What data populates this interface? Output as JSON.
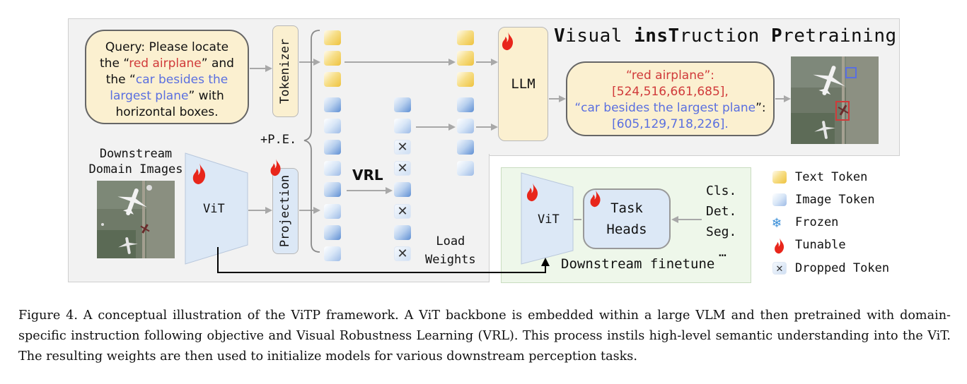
{
  "title": {
    "parts": [
      {
        "text": "V",
        "bold": true
      },
      {
        "text": "isual ",
        "bold": false
      },
      {
        "text": "ins",
        "bold": true
      },
      {
        "text": "T",
        "bold": true
      },
      {
        "text": "ruction ",
        "bold": false
      },
      {
        "text": "P",
        "bold": true
      },
      {
        "text": "retraining",
        "bold": false
      }
    ]
  },
  "query": {
    "line1": "Query: Please locate",
    "line2_pre": "the “",
    "line2_red": "red airplane",
    "line2_post": "” and",
    "line3_pre": "the “",
    "line3_blue": "car besides the",
    "line4_blue": "largest plane",
    "line4_post": "” with",
    "line5": "horizontal boxes."
  },
  "answer": {
    "line1": "“red airplane”:",
    "line2": "[524,516,661,685],",
    "line3_blue": "“car besides the largest plane",
    "line3_post": "”:",
    "line4": "[605,129,718,226]."
  },
  "labels": {
    "tokenizer": "Tokenizer",
    "projection": "Projection",
    "llm": "LLM",
    "vit": "ViT",
    "vrl": "VRL",
    "pe": "+P.E.",
    "downstream_images_1": "Downstream",
    "downstream_images_2": "Domain Images",
    "load_1": "Load",
    "load_2": "Weights",
    "task_heads_1": "Task",
    "task_heads_2": "Heads",
    "downstream_finetune": "Downstream finetune",
    "tasks": [
      "Cls.",
      "Det.",
      "Seg.",
      "…"
    ]
  },
  "legend": [
    {
      "icon": "text-token-icon",
      "label": "Text Token"
    },
    {
      "icon": "image-token-icon",
      "label": "Image Token"
    },
    {
      "icon": "snowflake-icon",
      "label": "Frozen"
    },
    {
      "icon": "flame-icon",
      "label": "Tunable"
    },
    {
      "icon": "cross-icon",
      "label": "Dropped Token"
    }
  ],
  "caption": "Figure 4.  A conceptual illustration of the ViTP framework.  A ViT backbone is embedded within a large VLM and then pretrained with domain-specific instruction following objective and Visual Robustness Learning (VRL). This process instils high-level semantic understanding into the ViT. The resulting weights are then used to initialize models for various downstream perception tasks.",
  "colors": {
    "text_token": "#eec23f",
    "image_token": "#5f8fd3",
    "flame": "#e8261b",
    "red_text": "#d03a3a",
    "blue_text": "#5a6fe0"
  }
}
